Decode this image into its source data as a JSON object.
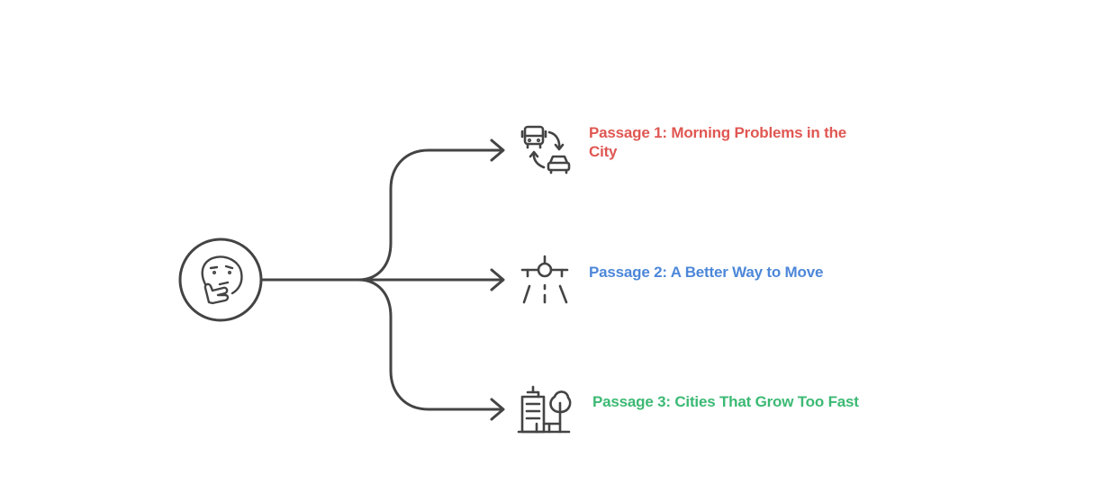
{
  "diagram": {
    "center": {
      "icon": "thinking-face-icon"
    },
    "branches": [
      {
        "label": "Passage 1: Morning Problems in the City",
        "icon": "bus-car-exchange-icon",
        "color": "#e05752"
      },
      {
        "label": "Passage 2: A Better Way to Move",
        "icon": "airplane-runway-icon",
        "color": "#4d87d9"
      },
      {
        "label": "Passage 3: Cities That Grow Too Fast",
        "icon": "city-building-tree-icon",
        "color": "#3cb974"
      }
    ],
    "line_color": "#444444"
  }
}
